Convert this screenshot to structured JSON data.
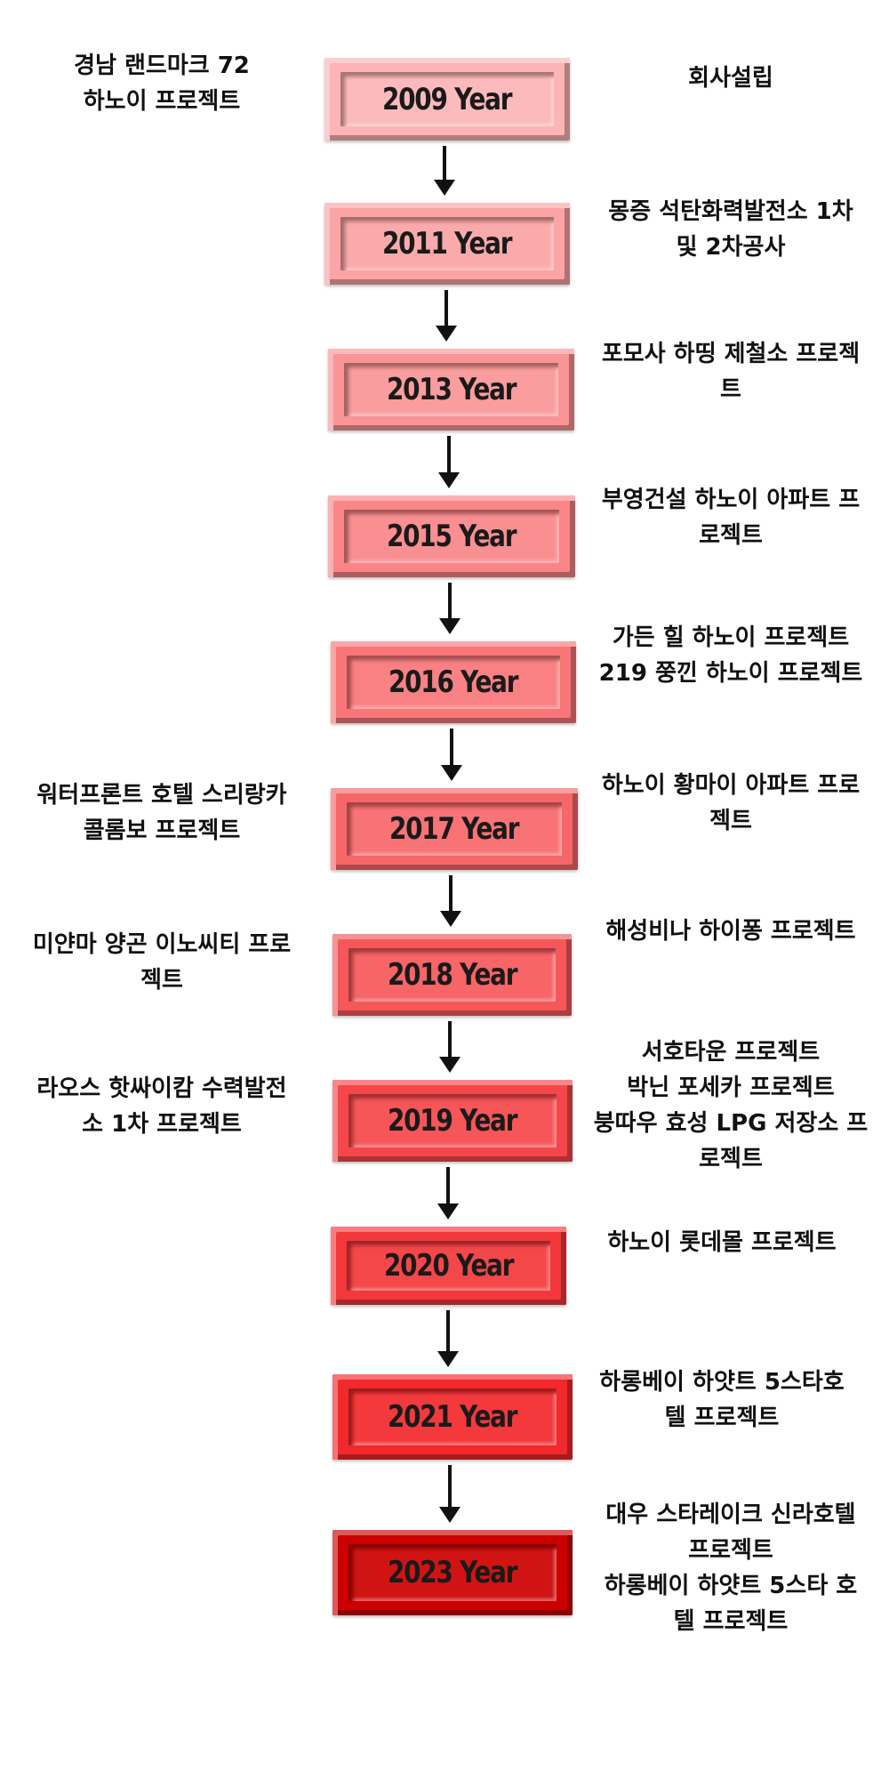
{
  "milestones": [
    {
      "year": "2009 Year",
      "left": [
        "경남 랜드마크 72",
        "하노이 프로젝트"
      ],
      "right": [
        "회사설립"
      ],
      "color": "#fcb4b6"
    },
    {
      "year": "2011 Year",
      "left": [],
      "right": [
        "몽증 석탄화력발전소 1차",
        "및 2차공사"
      ],
      "color": "#fba3a5"
    },
    {
      "year": "2013 Year",
      "left": [],
      "right": [
        "포모사 하띵 제철소 프로젝",
        "트"
      ],
      "color": "#fa9496"
    },
    {
      "year": "2015 Year",
      "left": [],
      "right": [
        "부영건설 하노이 아파트 프",
        "로젝트"
      ],
      "color": "#f98587"
    },
    {
      "year": "2016 Year",
      "left": [],
      "right": [
        "가든 힐 하노이 프로젝트",
        "219 쭝낀 하노이 프로젝트"
      ],
      "color": "#f87678"
    },
    {
      "year": "2017 Year",
      "left": [
        "워터프론트 호텔 스리랑카",
        "콜롬보 프로젝트"
      ],
      "right": [
        "하노이 황마이 아파트 프로",
        "젝트"
      ],
      "color": "#f76769"
    },
    {
      "year": "2018 Year",
      "left": [
        "미얀마 양곤 이노씨티 프로",
        "젝트"
      ],
      "right": [
        "해성비나 하이퐁 프로젝트"
      ],
      "color": "#f6585a"
    },
    {
      "year": "2019 Year",
      "left": [
        "라오스 핫싸이캄 수력발전",
        "소 1차 프로젝트"
      ],
      "right": [
        "서호타운 프로젝트",
        "박닌 포세카 프로젝트",
        "붕따우 효성 LPG 저장소 프",
        "로젝트"
      ],
      "color": "#f5474a"
    },
    {
      "year": "2020 Year",
      "left": [],
      "right": [
        "하노이 롯데몰 프로젝트"
      ],
      "color": "#f3373a"
    },
    {
      "year": "2021 Year",
      "left": [],
      "right": [
        "하롱베이 하얏트 5스타호",
        "텔 프로젝트"
      ],
      "color": "#f2282b"
    },
    {
      "year": "2023 Year",
      "left": [],
      "right": [
        "대우 스타레이크 신라호텔",
        "프로젝트",
        "하롱베이 하얏트 5스타 호",
        "텔 프로젝트"
      ],
      "color": "#cc0000"
    }
  ]
}
